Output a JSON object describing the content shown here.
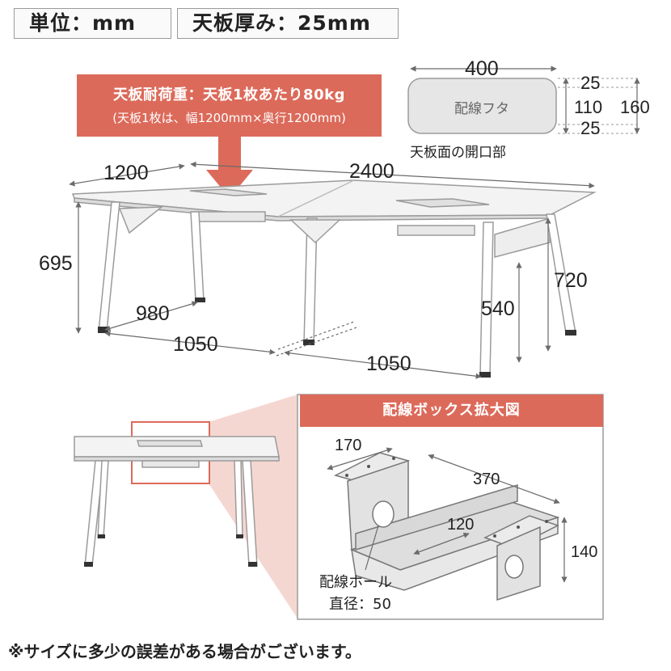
{
  "header": {
    "unit_label": "単位：mm",
    "top_thickness_label": "天板厚み：25mm"
  },
  "load_banner": {
    "line1": "天板耐荷重：天板1枚あたり80kg",
    "line2": "(天板1枚は、幅1200mm×奥行1200mm)"
  },
  "opening": {
    "width": "400",
    "top_gap": "25",
    "height": "110",
    "bottom_gap": "25",
    "total": "160",
    "lid_label": "配線フタ",
    "caption": "天板面の開口部"
  },
  "table_dims": {
    "depth": "1200",
    "width": "2400",
    "height_left": "695",
    "height_right": "720",
    "under_clearance": "540",
    "leg_inner": "980",
    "leg_span_a": "1050",
    "leg_span_b": "1050"
  },
  "wiring_box": {
    "title": "配線ボックス拡大図",
    "depth": "170",
    "length": "370",
    "inner_width": "120",
    "height": "140",
    "hole_label": "配線ホール",
    "hole_diameter": "直径：50"
  },
  "footnote": "※サイズに多少の誤差がある場合がございます。",
  "colors": {
    "accent": "#dc6a5a",
    "zoom_highlight": "#f2c9c2",
    "line": "#6b6b6b"
  }
}
